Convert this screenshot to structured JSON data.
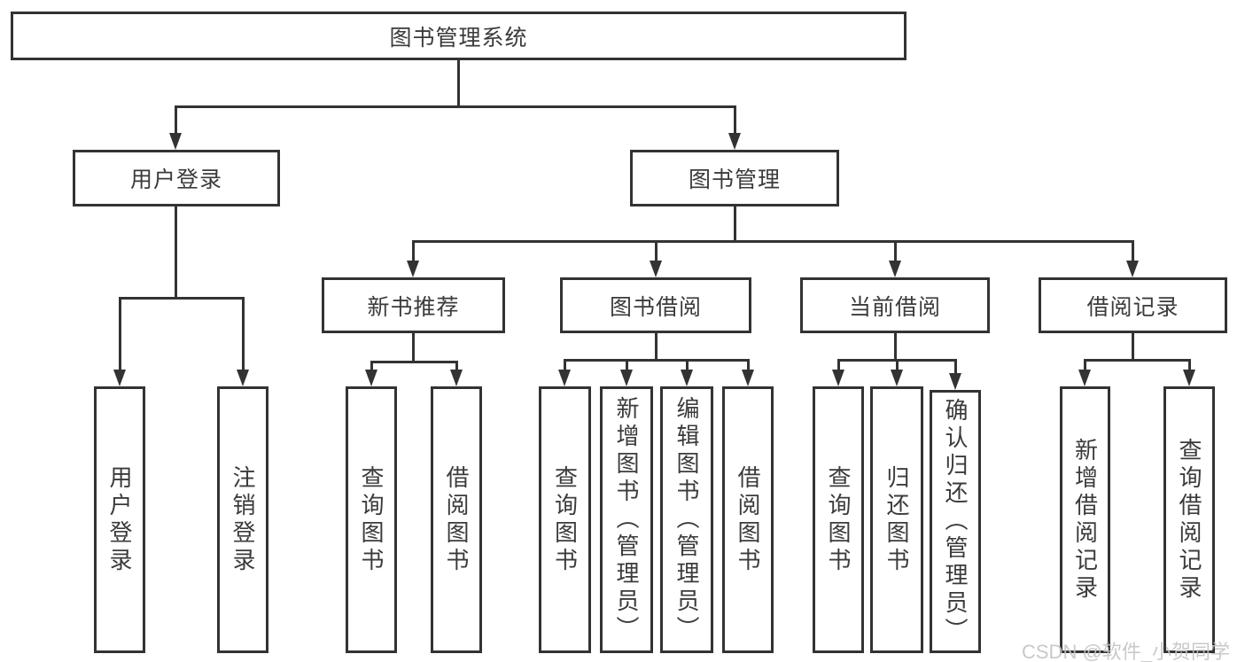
{
  "tree": {
    "label": "图书管理系统",
    "children": [
      {
        "label": "用户登录",
        "children": [
          {
            "label": "用户登录"
          },
          {
            "label": "注销登录"
          }
        ]
      },
      {
        "label": "图书管理",
        "children": [
          {
            "label": "新书推荐",
            "children": [
              {
                "label": "查询图书"
              },
              {
                "label": "借阅图书"
              }
            ]
          },
          {
            "label": "图书借阅",
            "children": [
              {
                "label": "查询图书"
              },
              {
                "label": "新增图书（管理员）"
              },
              {
                "label": "编辑图书（管理员）"
              },
              {
                "label": "借阅图书"
              }
            ]
          },
          {
            "label": "当前借阅",
            "children": [
              {
                "label": "查询图书"
              },
              {
                "label": "归还图书"
              },
              {
                "label": "确认归还（管理员）"
              }
            ]
          },
          {
            "label": "借阅记录",
            "children": [
              {
                "label": "新增借阅记录"
              },
              {
                "label": "查询借阅记录"
              }
            ]
          }
        ]
      }
    ]
  },
  "watermark": "CSDN @软件_小贺同学",
  "colors": {
    "line": "#333333",
    "text": "#3b3b3b",
    "box_background": "#ffffff",
    "watermark": "#c3c3c3"
  }
}
